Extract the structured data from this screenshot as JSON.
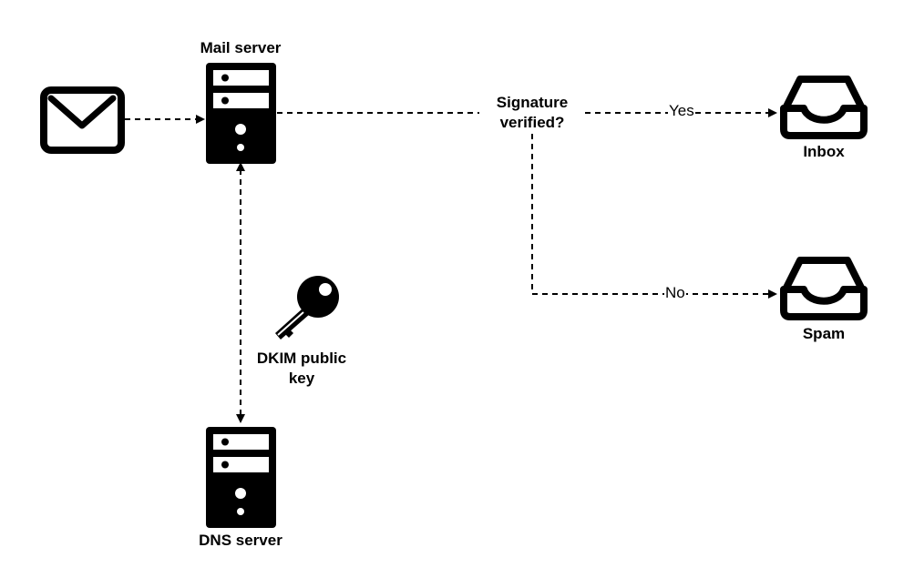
{
  "nodes": {
    "email": {
      "label": ""
    },
    "mail_server": {
      "label": "Mail server"
    },
    "decision": {
      "label_line1": "Signature",
      "label_line2": "verified?"
    },
    "inbox": {
      "label": "Inbox"
    },
    "spam": {
      "label": "Spam"
    },
    "dkim_key": {
      "label_line1": "DKIM public",
      "label_line2": "key"
    },
    "dns_server": {
      "label": "DNS server"
    }
  },
  "edges": {
    "yes": "Yes",
    "no": "No"
  },
  "icons": {
    "email": "envelope-icon",
    "mail_server": "server-icon",
    "dns_server": "server-icon",
    "key": "key-icon",
    "inbox": "inbox-tray-icon",
    "spam": "inbox-tray-icon"
  },
  "colors": {
    "stroke": "#000000",
    "background": "#ffffff"
  }
}
